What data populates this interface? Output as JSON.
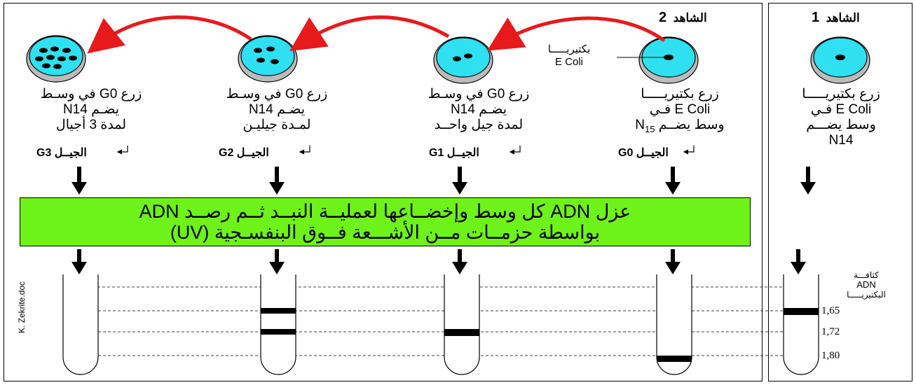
{
  "witness2": {
    "title": "الشاهد",
    "number": "2"
  },
  "witness1": {
    "title": "الشاهد",
    "number": "1"
  },
  "bacteria_label": {
    "line1": "بكتيريـــــا",
    "line2": "E Coli"
  },
  "columns": [
    {
      "lines": [
        "زرع G0 في وسـط",
        "يضـم N14",
        "لمدة 3  أجيال"
      ],
      "generation": "الجيــل G3"
    },
    {
      "lines": [
        "زرع G0 في وسـط",
        "يضـم N14",
        "لمـدة جيليـن"
      ],
      "generation": "الجيــل G2"
    },
    {
      "lines": [
        "زرع G0 في وسـط",
        "يضـم N14",
        "لمدة جيل واحــد"
      ],
      "generation": "الجيــل G1"
    },
    {
      "lines": [
        "زرع بكتيريـــــا",
        "E Coli  فـي",
        "وسط يضــم N"
      ],
      "subscript": "15",
      "generation": "الجيــل G0"
    },
    {
      "lines": [
        "زرع بكتيريـــــا",
        "E Coli  فـي",
        "وسط يضـــم",
        "N14"
      ]
    }
  ],
  "banner": {
    "line1": "عزل ADN كل وسط وإخضــاعها لعمليــة النبــد ثــم رصــد ADN",
    "line2": "بواسطة حزمــات مــن الأشـــعة فــوق البنفسـجية (UV)"
  },
  "density": {
    "l1": "كثافـــة",
    "l2": "ADN",
    "l3": "البكتيريـــــا"
  },
  "density_values": [
    "1,65",
    "1,72",
    "1,80"
  ],
  "credit": "K. Zekrite.doc",
  "colors": {
    "dish": "#2ee0f0",
    "banner": "#6df21a",
    "arrow": "#e8191b"
  }
}
